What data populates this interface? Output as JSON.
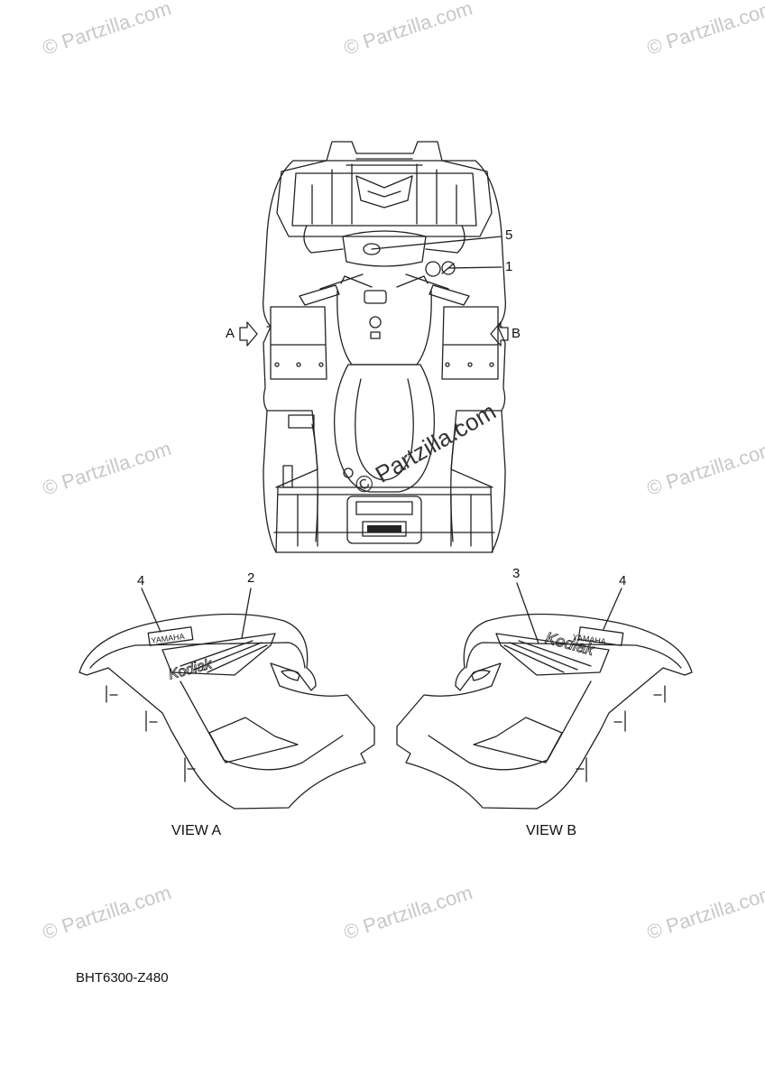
{
  "watermark": "© Partzilla.com",
  "callouts": {
    "c1": "1",
    "c2": "2",
    "c3": "3",
    "c4_left": "4",
    "c4_right": "4",
    "c5": "5"
  },
  "arrows": {
    "a": "A",
    "b": "B"
  },
  "views": {
    "a": "VIEW A",
    "b": "VIEW B"
  },
  "decal_text": {
    "brand": "YAMAHA",
    "model": "Kodiak"
  },
  "document_code": "BHT6300-Z480"
}
